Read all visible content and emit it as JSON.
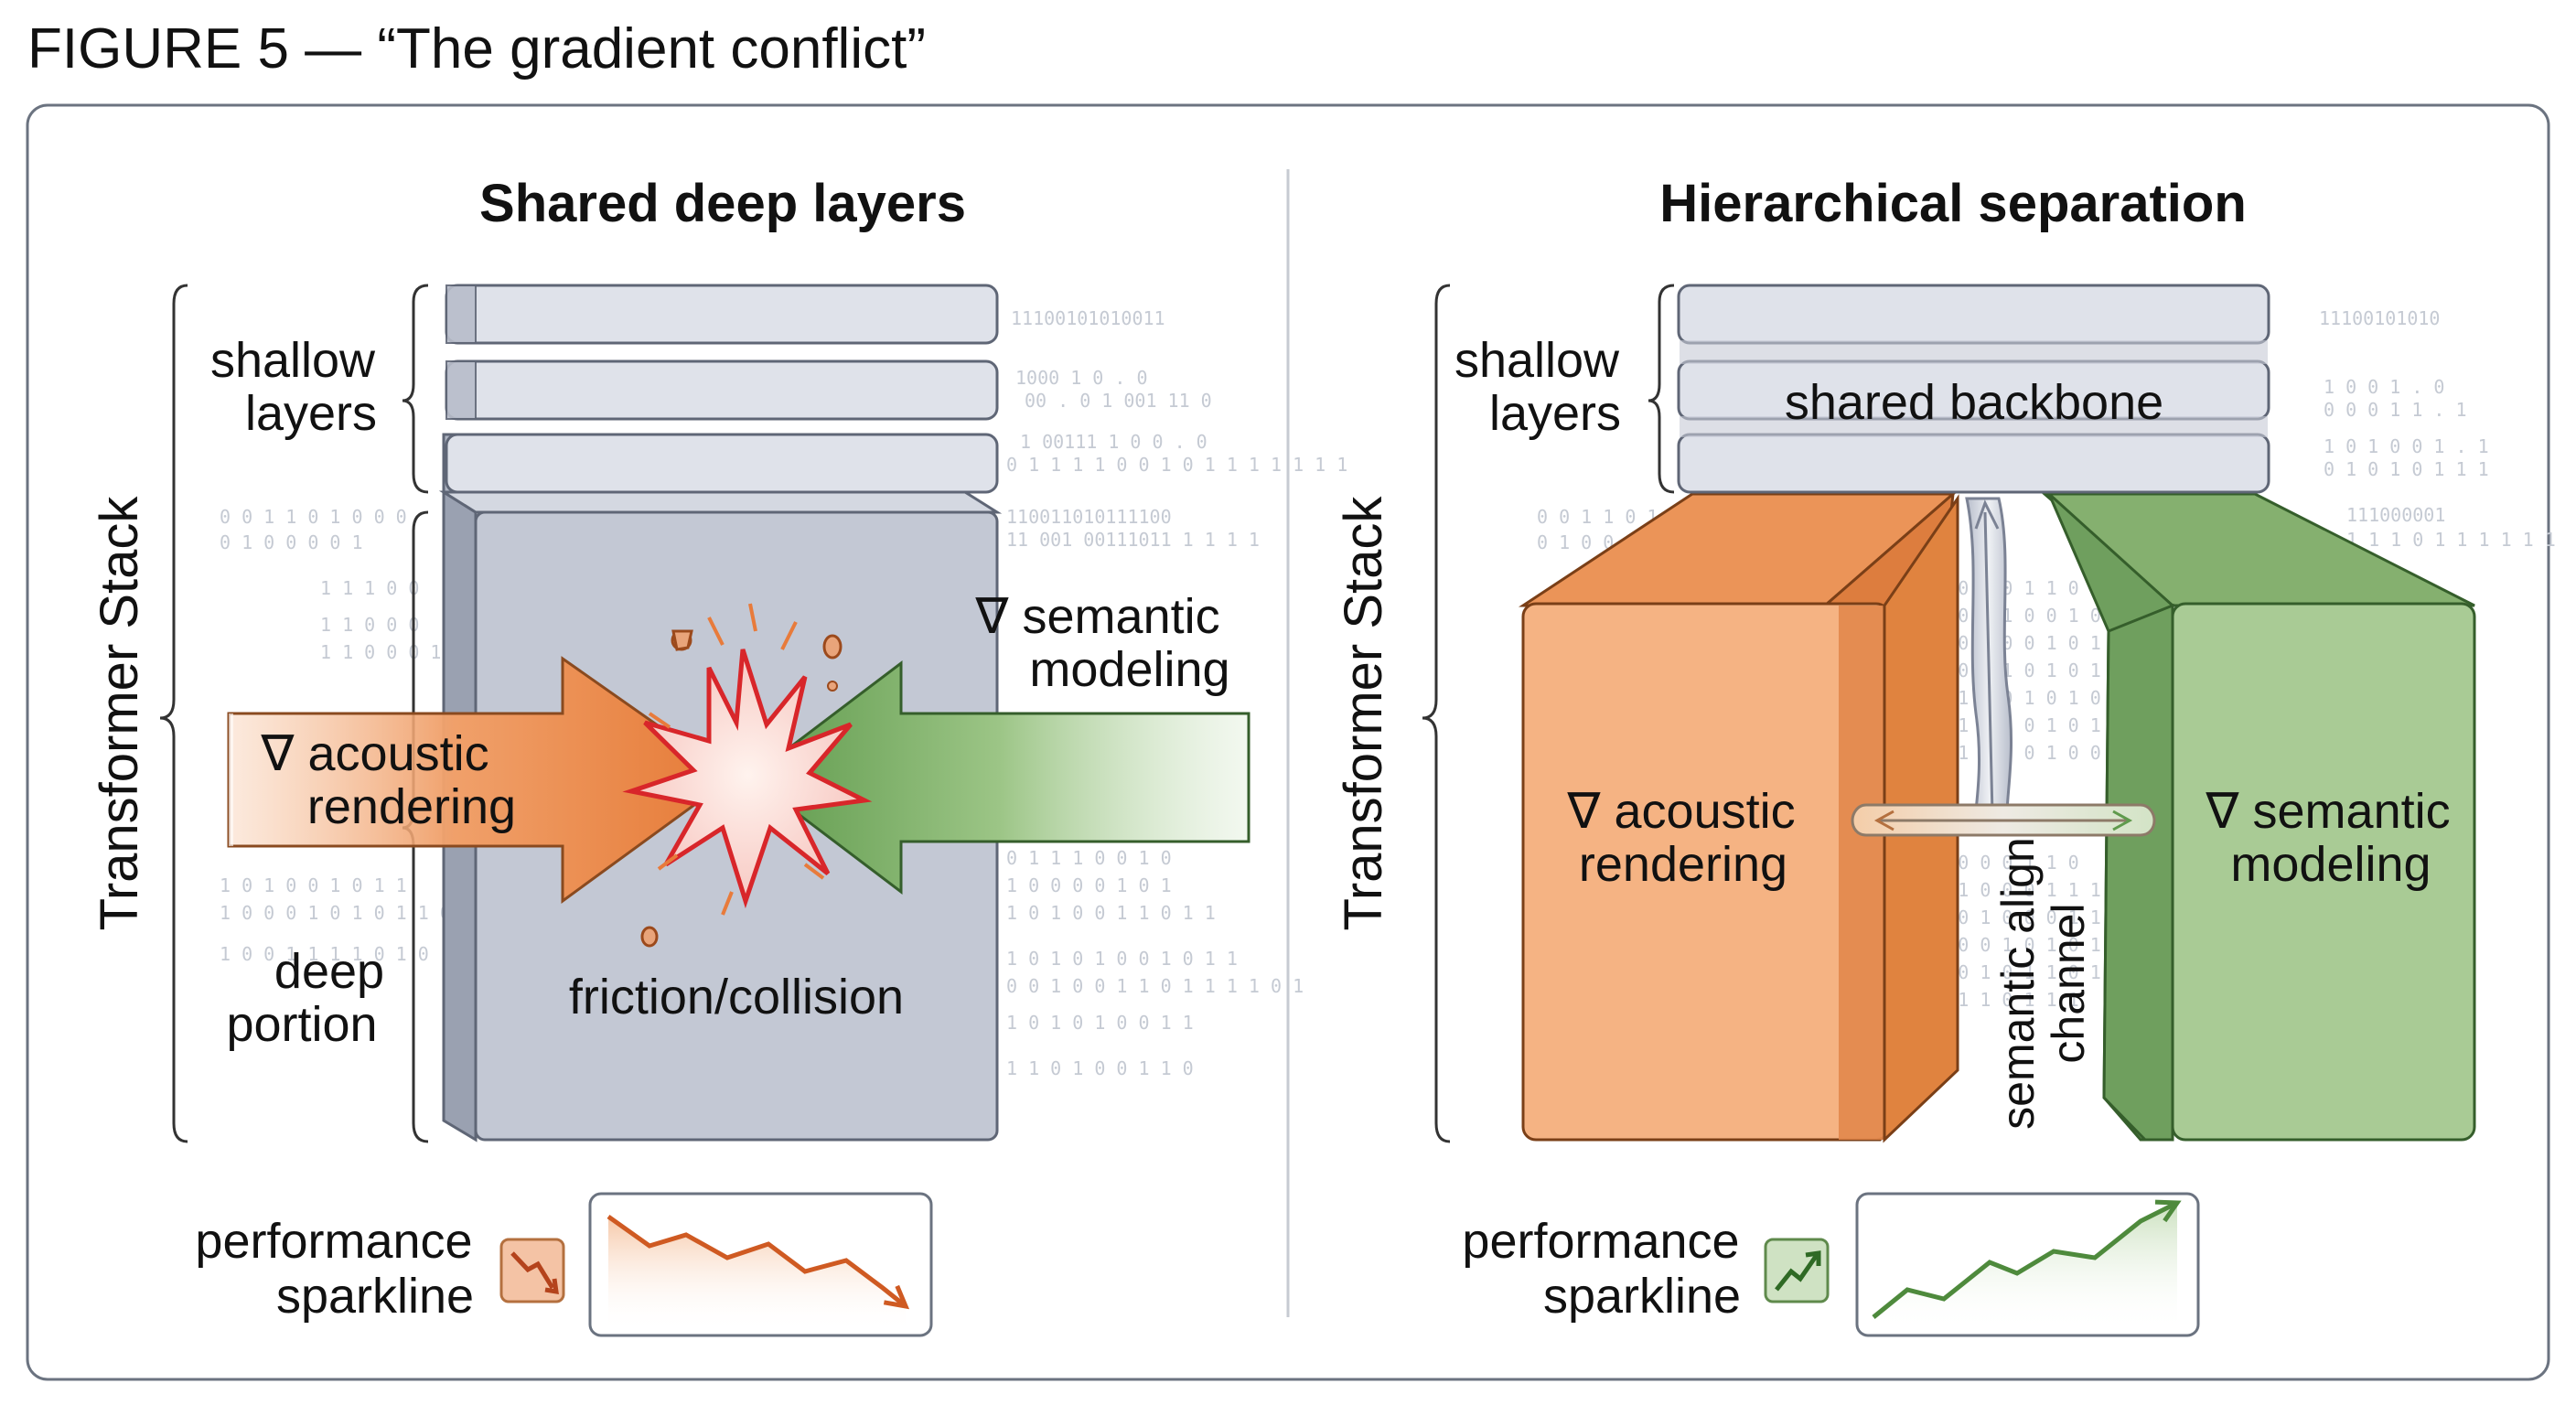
{
  "figure": {
    "title": "FIGURE 5 — “The gradient conflict”"
  },
  "left_panel": {
    "title": "Shared deep layers",
    "axis_label": "Transformer Stack",
    "shallow_label": [
      "shallow",
      "layers"
    ],
    "deep_label": [
      "deep",
      "portion"
    ],
    "acoustic_label": [
      "∇ acoustic",
      "rendering"
    ],
    "semantic_label": [
      "∇ semantic",
      "modeling"
    ],
    "collision_label": "friction/collision",
    "sparkline_label": [
      "performance",
      "sparkline"
    ],
    "sparkline_icon": "trend-down-icon",
    "sparkline_trend": "down"
  },
  "right_panel": {
    "title": "Hierarchical separation",
    "axis_label": "Transformer Stack",
    "shallow_label": [
      "shallow",
      "layers"
    ],
    "backbone_label": "shared backbone",
    "acoustic_label": [
      "∇ acoustic",
      "rendering"
    ],
    "semantic_label": [
      "∇ semantic",
      "modeling"
    ],
    "channel_label": [
      "semantic align",
      "channel"
    ],
    "sparkline_label": [
      "performance",
      "sparkline"
    ],
    "sparkline_icon": "trend-up-icon",
    "sparkline_trend": "up"
  },
  "colors": {
    "orange": "#e8874a",
    "orange_light": "#f5b383",
    "green": "#6f9f5e",
    "green_light": "#a9cb95",
    "stack_gray": "#c3c8d4",
    "stack_dark": "#9aa1b1",
    "layer_light": "#dfe2ea",
    "collision_red": "#d8262a",
    "frame": "#6b7380"
  }
}
